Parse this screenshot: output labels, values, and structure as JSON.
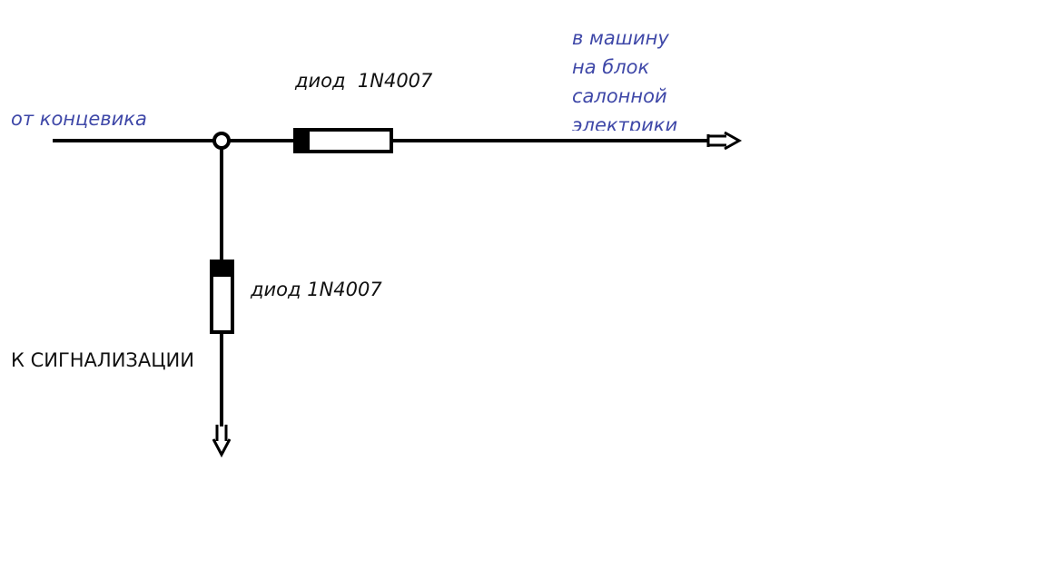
{
  "labels": {
    "source": "от концевика",
    "destination": [
      "в машину",
      "на блок",
      "салонной",
      "электрики"
    ],
    "diode_top": "диод  1N4007",
    "diode_bottom": "диод 1N4007",
    "alarm": "К СИГНАЛИЗАЦИИ"
  },
  "colors": {
    "wire": "#000000",
    "label_blue": "#3f48a8",
    "label_black": "#111111",
    "background": "#ffffff"
  }
}
